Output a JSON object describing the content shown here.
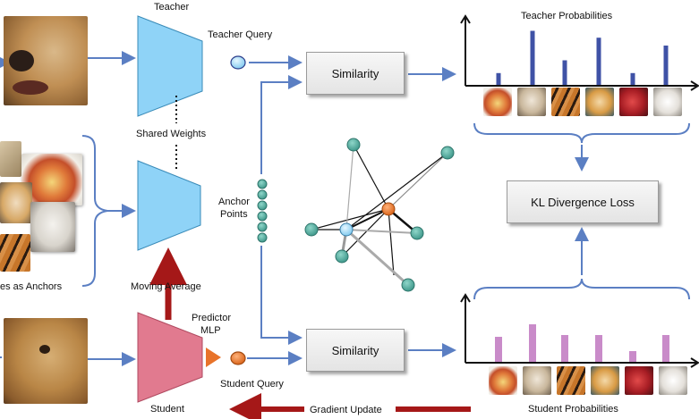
{
  "labels": {
    "teacher": "Teacher",
    "teacher_query": "Teacher Query",
    "shared_weights": "Shared Weights",
    "anchor_points_line1": "Anchor",
    "anchor_points_line2": "Points",
    "images_as_anchors": "es as Anchors",
    "moving_average": "Moving Average",
    "predictor_line1": "Predictor",
    "predictor_line2": "MLP",
    "student_query": "Student Query",
    "student": "Student",
    "gradient_update": "Gradient Update",
    "teacher_probabilities": "Teacher Probabilities",
    "student_probabilities": "Student Probabilities"
  },
  "boxes": {
    "similarity_top": "Similarity",
    "similarity_bottom": "Similarity",
    "kl_loss": "KL Divergence Loss"
  },
  "colors": {
    "teacher_encoder": "#8fd3f7",
    "student_encoder": "#e17a8f",
    "arrow_blue": "#5b7fc3",
    "arrow_red": "#a51818",
    "query_node_teacher": "#8fd3f7",
    "query_node_student": "#e8732a",
    "anchor_node": "#4fa89c",
    "teacher_bar": "#3f52a6",
    "student_bar": "#c98bc9"
  },
  "teacher_probs": [
    0.12,
    0.55,
    0.25,
    0.48,
    0.12,
    0.4
  ],
  "student_probs": [
    0.28,
    0.42,
    0.3,
    0.3,
    0.12,
    0.3
  ],
  "thumbnails": [
    "food",
    "puppy",
    "tiger",
    "golden-puppy",
    "pomegranate",
    "white-dog"
  ]
}
